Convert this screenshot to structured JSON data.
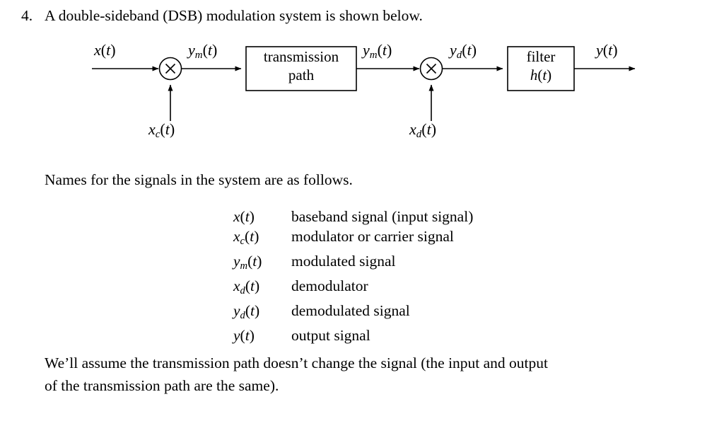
{
  "problem": {
    "number": "4.",
    "statement": "A double-sideband (DSB) modulation system is shown below."
  },
  "diagram": {
    "name": "dsb-modulation-block-diagram",
    "labels": {
      "input": "x(t)",
      "carrier": "x_c(t)",
      "modulated_left": "y_m(t)",
      "modulated_right": "y_m(t)",
      "demodulator": "x_d(t)",
      "demodulated": "y_d(t)",
      "output": "y(t)"
    },
    "blocks": {
      "transmission_path_line1": "transmission",
      "transmission_path_line2": "path",
      "filter_line1": "filter",
      "filter_line2": "h(t)"
    },
    "multiplier_glyph": "×",
    "stroke_color": "#000000",
    "box_border_color": "#000000"
  },
  "names_intro": "Names for the signals in the system are as follows.",
  "signal_table": {
    "rows": [
      {
        "symbol_base": "x",
        "symbol_sub": "",
        "symbol_tail": "(t)",
        "description": "baseband signal (input signal)"
      },
      {
        "symbol_base": "x",
        "symbol_sub": "c",
        "symbol_tail": "(t)",
        "description": "modulator or carrier signal"
      },
      {
        "symbol_base": "y",
        "symbol_sub": "m",
        "symbol_tail": "(t)",
        "description": "modulated signal"
      },
      {
        "symbol_base": "x",
        "symbol_sub": "d",
        "symbol_tail": "(t)",
        "description": "demodulator"
      },
      {
        "symbol_base": "y",
        "symbol_sub": "d",
        "symbol_tail": "(t)",
        "description": "demodulated signal"
      },
      {
        "symbol_base": "y",
        "symbol_sub": "",
        "symbol_tail": "(t)",
        "description": "output signal"
      }
    ]
  },
  "closing": {
    "line1": "We’ll assume the transmission path doesn’t change the signal (the input and output",
    "line2": "of the transmission path are the same)."
  }
}
